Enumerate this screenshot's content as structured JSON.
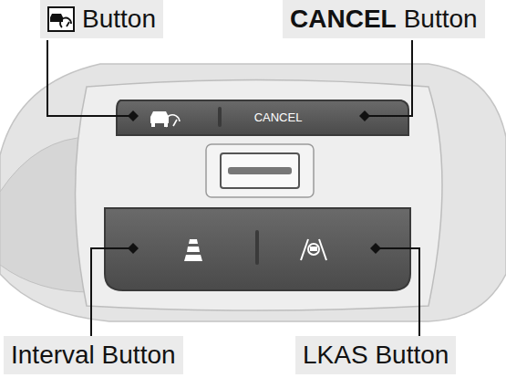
{
  "diagram": {
    "labels": [
      "Button",
      "CANCEL",
      "Button",
      "CANCEL",
      "Interval Button",
      "LKAS Button"
    ]
  }
}
